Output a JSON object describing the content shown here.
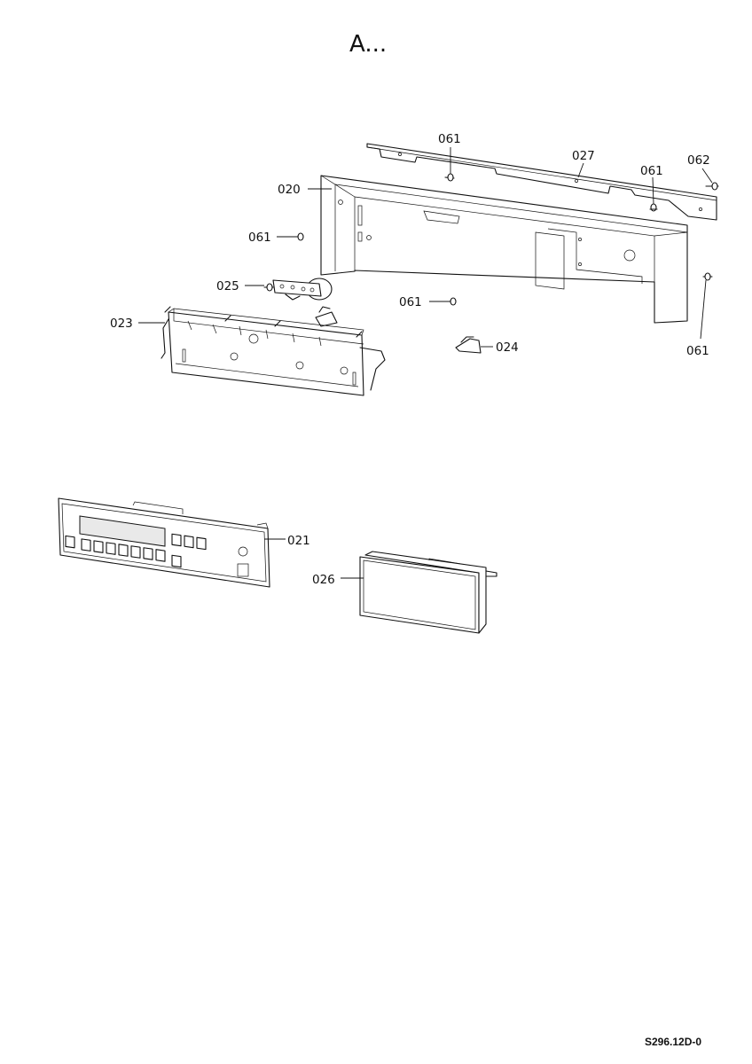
{
  "header": {
    "title": "A..."
  },
  "footer": {
    "drawing_code": "S296.12D-0"
  },
  "callouts": [
    {
      "id": "lbl-061-top",
      "text": "061"
    },
    {
      "id": "lbl-027",
      "text": "027"
    },
    {
      "id": "lbl-061-right-top",
      "text": "061"
    },
    {
      "id": "lbl-062",
      "text": "062"
    },
    {
      "id": "lbl-020",
      "text": "020"
    },
    {
      "id": "lbl-061-left",
      "text": "061"
    },
    {
      "id": "lbl-025",
      "text": "025"
    },
    {
      "id": "lbl-061-mid",
      "text": "061"
    },
    {
      "id": "lbl-023",
      "text": "023"
    },
    {
      "id": "lbl-024",
      "text": "024"
    },
    {
      "id": "lbl-061-right-bottom",
      "text": "061"
    },
    {
      "id": "lbl-021",
      "text": "021"
    },
    {
      "id": "lbl-026",
      "text": "026"
    }
  ]
}
